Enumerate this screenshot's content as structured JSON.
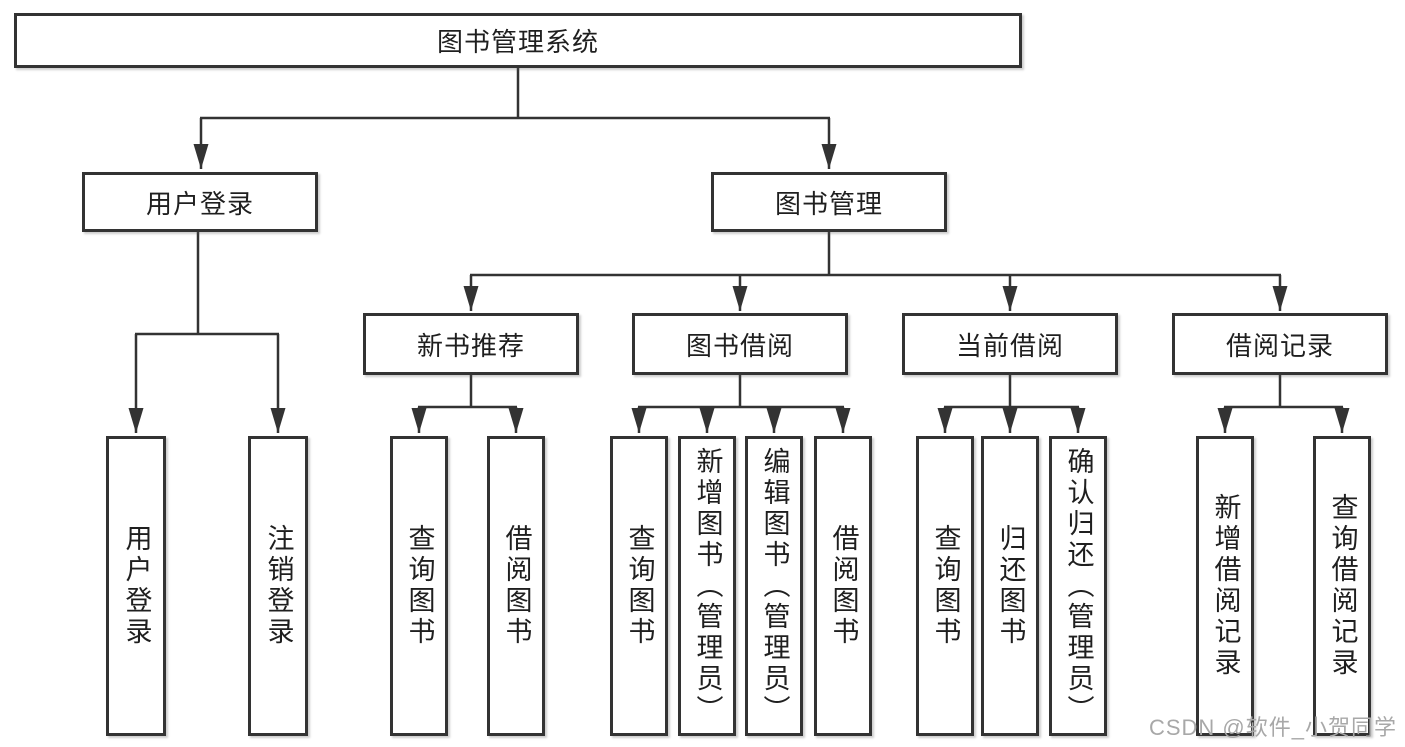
{
  "colors": {
    "line": "#333333",
    "text": "#1f1f1f",
    "background": "#ffffff",
    "watermark": "#a8a8a8"
  },
  "tree": {
    "root": {
      "label": "图书管理系统"
    },
    "branches": [
      {
        "label": "用户登录",
        "children": [
          {
            "label": "用户登录"
          },
          {
            "label": "注销登录"
          }
        ]
      },
      {
        "label": "图书管理",
        "groups": [
          {
            "label": "新书推荐",
            "children": [
              {
                "label": "查询图书"
              },
              {
                "label": "借阅图书"
              }
            ]
          },
          {
            "label": "图书借阅",
            "children": [
              {
                "label": "查询图书"
              },
              {
                "label": "新增图书（管理员）"
              },
              {
                "label": "编辑图书（管理员）"
              },
              {
                "label": "借阅图书"
              }
            ]
          },
          {
            "label": "当前借阅",
            "children": [
              {
                "label": "查询图书"
              },
              {
                "label": "归还图书"
              },
              {
                "label": "确认归还（管理员）"
              }
            ]
          },
          {
            "label": "借阅记录",
            "children": [
              {
                "label": "新增借阅记录"
              },
              {
                "label": "查询借阅记录"
              }
            ]
          }
        ]
      }
    ]
  },
  "watermark": {
    "text": "CSDN @软件_小贺同学"
  }
}
